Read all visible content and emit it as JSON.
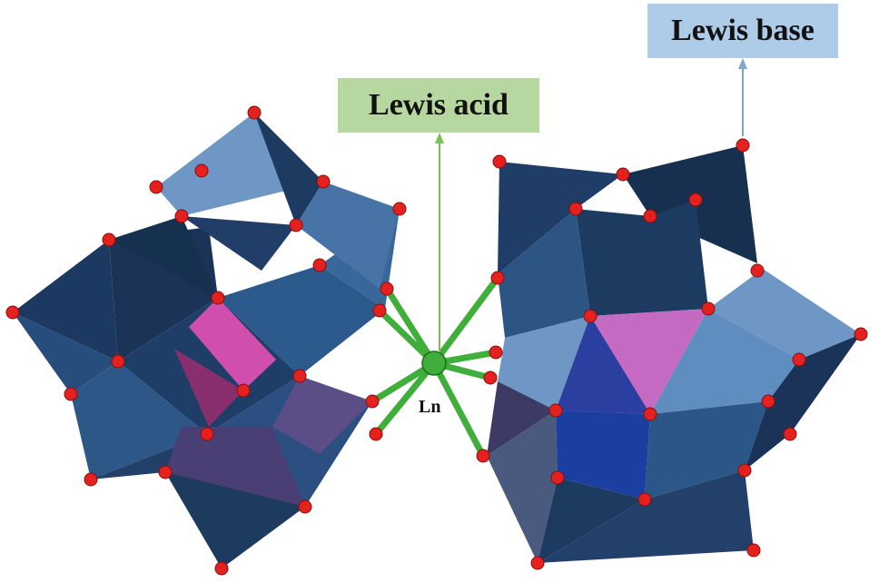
{
  "labels": {
    "lewis_acid": "Lewis acid",
    "lewis_base": "Lewis base",
    "metal_center": "Ln"
  },
  "colors": {
    "polyhedra_dark": "#1a3558",
    "polyhedra_mid": "#2e5a8c",
    "polyhedra_light": "#7fa6d2",
    "central_polyhedron": "#c54aa8",
    "oxygen_atoms": "#e3221f",
    "metal_atom": "#3fae3b",
    "lewis_acid_box": "#b7d7a0",
    "lewis_base_box": "#aecbe8",
    "acid_arrow": "#7bbf55",
    "base_arrow": "#7fa6d2"
  }
}
